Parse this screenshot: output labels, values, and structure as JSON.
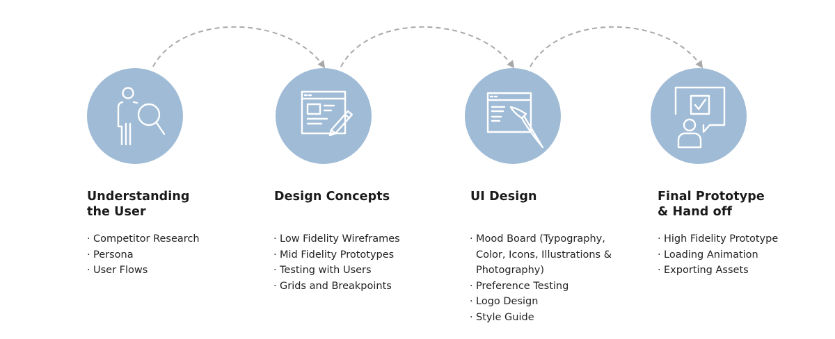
{
  "theme": {
    "circle_color": "#a0bbd6",
    "arrow_color": "#a9a9a9",
    "icon_color": "#ffffff"
  },
  "steps": [
    {
      "icon": "person-magnifier-icon",
      "title_lines": [
        "Understanding",
        "the User"
      ],
      "items": [
        [
          "Competitor Research"
        ],
        [
          "Persona"
        ],
        [
          "User Flows"
        ]
      ]
    },
    {
      "icon": "wireframe-pencil-icon",
      "title_lines": [
        "Design Concepts"
      ],
      "items": [
        [
          "Low Fidelity Wireframes"
        ],
        [
          "Mid Fidelity Prototypes"
        ],
        [
          "Testing with Users"
        ],
        [
          "Grids and Breakpoints"
        ]
      ]
    },
    {
      "icon": "browser-paintbrush-icon",
      "title_lines": [
        "UI Design"
      ],
      "items": [
        [
          "Mood Board (Typography,",
          "Color, Icons, Illustrations &",
          "Photography)"
        ],
        [
          "Preference Testing"
        ],
        [
          "Logo Design"
        ],
        [
          "Style Guide"
        ]
      ]
    },
    {
      "icon": "user-checkbox-speech-icon",
      "title_lines": [
        "Final Prototype",
        "& Hand off"
      ],
      "items": [
        [
          "High Fidelity Prototype"
        ],
        [
          "Loading Animation"
        ],
        [
          "Exporting Assets"
        ]
      ]
    }
  ]
}
